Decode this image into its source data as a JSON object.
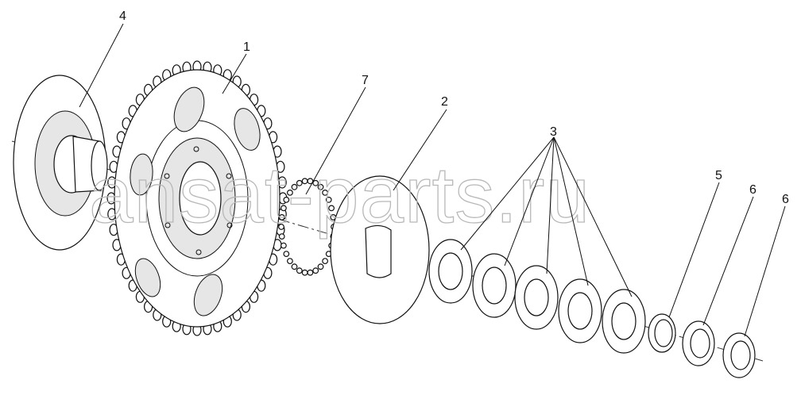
{
  "labels": [
    {
      "id": "4",
      "text": "4"
    },
    {
      "id": "1",
      "text": "1"
    },
    {
      "id": "7",
      "text": "7"
    },
    {
      "id": "2",
      "text": "2"
    },
    {
      "id": "3",
      "text": "3"
    },
    {
      "id": "5",
      "text": "5"
    },
    {
      "id": "6a",
      "text": "6"
    },
    {
      "id": "6b",
      "text": "6"
    }
  ],
  "watermark": "ansat-parts.ru",
  "colors": {
    "line": "#111111",
    "watermark": "#b8b8b8",
    "background": "#ffffff"
  }
}
